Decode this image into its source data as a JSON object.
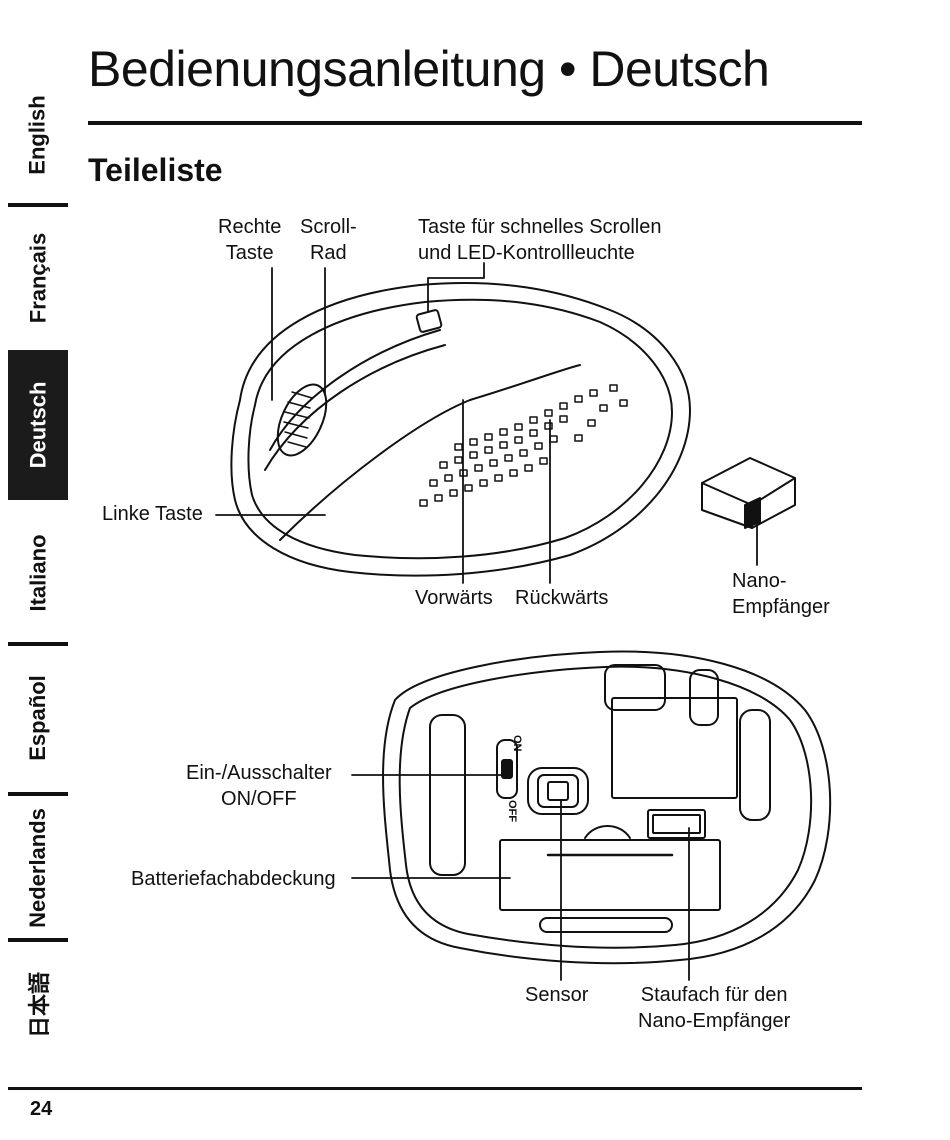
{
  "sidebar": {
    "languages": [
      {
        "label": "English",
        "active": false
      },
      {
        "label": "Français",
        "active": false
      },
      {
        "label": "Deutsch",
        "active": true
      },
      {
        "label": "Italiano",
        "active": false
      },
      {
        "label": "Español",
        "active": false
      },
      {
        "label": "Nederlands",
        "active": false
      },
      {
        "label": "日本語",
        "active": false
      }
    ]
  },
  "header": {
    "title": "Bedienungsanleitung • Deutsch",
    "subtitle": "Teileliste"
  },
  "top_view": {
    "right_button": [
      "Rechte",
      "Taste"
    ],
    "scroll_wheel": [
      "Scroll-",
      "Rad"
    ],
    "fast_scroll": [
      "Taste für schnelles Scrollen",
      "und LED-Kontrollleuchte"
    ],
    "left_button": "Linke Taste",
    "forward": "Vorwärts",
    "back": "Rückwärts",
    "nano_receiver": [
      "Nano-",
      "Empfänger"
    ]
  },
  "bottom_view": {
    "power_switch": [
      "Ein-/Ausschalter",
      "ON/OFF"
    ],
    "battery_cover": "Batteriefachabdeckung",
    "sensor": "Sensor",
    "receiver_storage": [
      "Staufach für den",
      "Nano-Empfänger"
    ],
    "switch_on": "ON",
    "switch_off": "OFF"
  },
  "footer": {
    "page_number": "24"
  }
}
